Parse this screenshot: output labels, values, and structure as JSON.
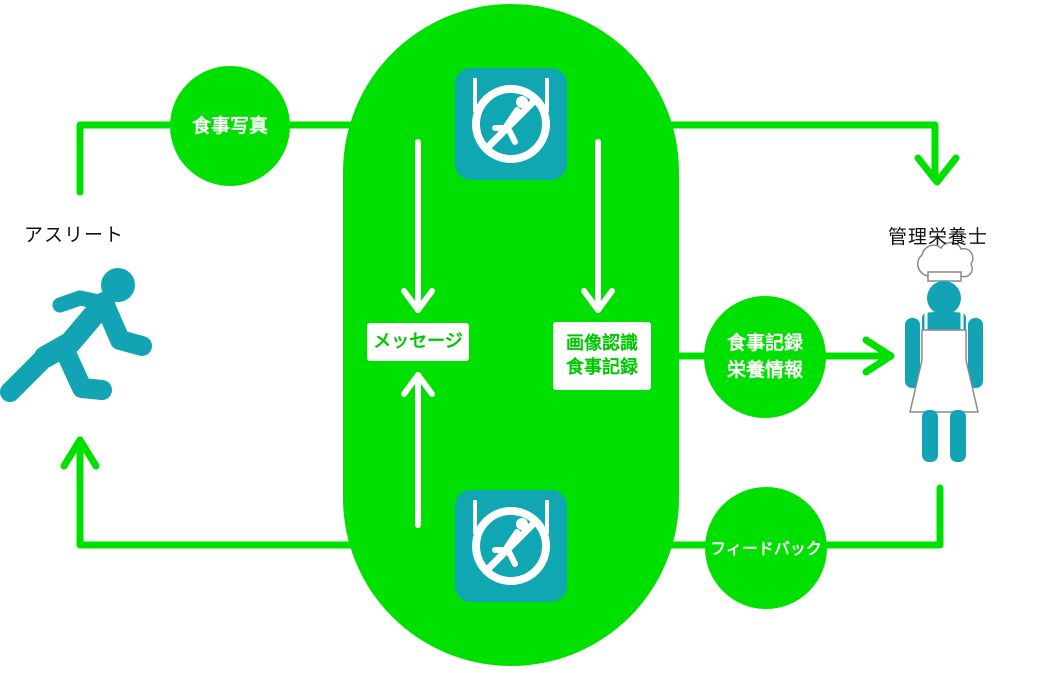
{
  "colors": {
    "accent_green": "#00e000",
    "app_teal": "#10a7b3",
    "figure_teal": "#12a4b4",
    "text": "#111111",
    "white": "#ffffff"
  },
  "actors": {
    "athlete": {
      "label": "アスリート",
      "icon": "running-athlete-icon"
    },
    "dietitian": {
      "label": "管理栄養士",
      "icon": "chef-icon"
    }
  },
  "app": {
    "icon": "app-logo-icon"
  },
  "bubbles": {
    "meal_photo": "食事写真",
    "meal_record_line1": "食事記録",
    "meal_record_line2": "栄養情報",
    "feedback": "フィードバック"
  },
  "boxes": {
    "message": "メッセージ",
    "recognition_line1": "画像認識",
    "recognition_line2": "食事記録"
  }
}
